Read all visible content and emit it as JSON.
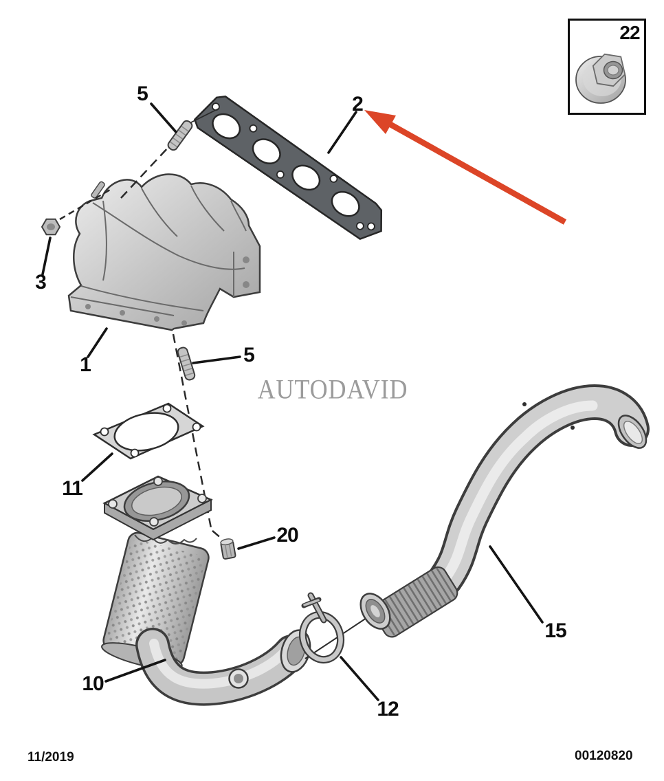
{
  "diagram": {
    "part_labels": {
      "stud_upper": "5",
      "manifold_gasket": "2",
      "manifold_nut": "3",
      "exhaust_manifold": "1",
      "stud_lower": "5",
      "converter_gasket": "11",
      "converter_nut": "20",
      "catalytic_converter": "10",
      "clamp": "12",
      "front_pipe": "15",
      "inset_flange_nut": "22"
    },
    "watermark": "AUTODAVID",
    "footer": {
      "date_code": "11/2019",
      "document_number": "00120820"
    },
    "colors": {
      "highlight_arrow": "#dc4527",
      "watermark_gray": "#9b9b9b",
      "line_black": "#141414"
    }
  }
}
